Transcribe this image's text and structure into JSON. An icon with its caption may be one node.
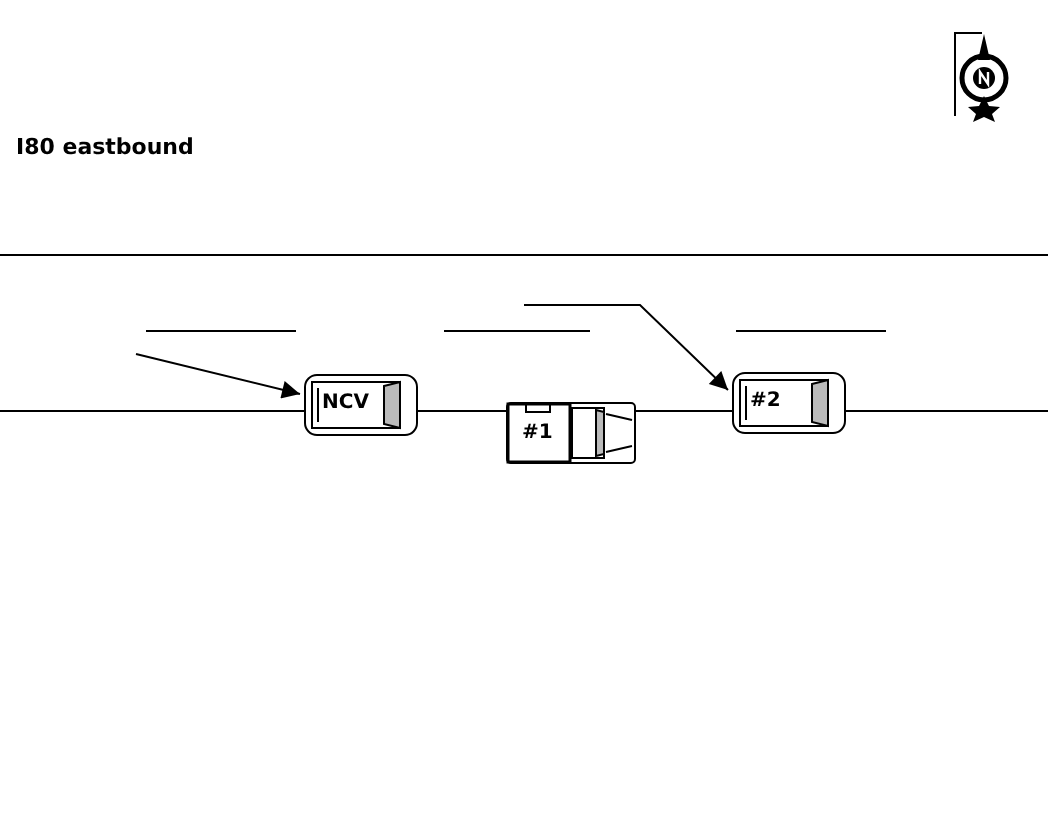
{
  "diagram": {
    "title": "I80 eastbound",
    "nodes": [
      {
        "text": [
          "NCV"
        ]
      },
      {
        "text": [
          "#1"
        ]
      },
      {
        "text": [
          "#2"
        ]
      }
    ],
    "edges": [
      {
        "from": null,
        "to": 0,
        "arrow": "to"
      },
      {
        "from": null,
        "to": 2,
        "arrow": "to"
      }
    ]
  }
}
